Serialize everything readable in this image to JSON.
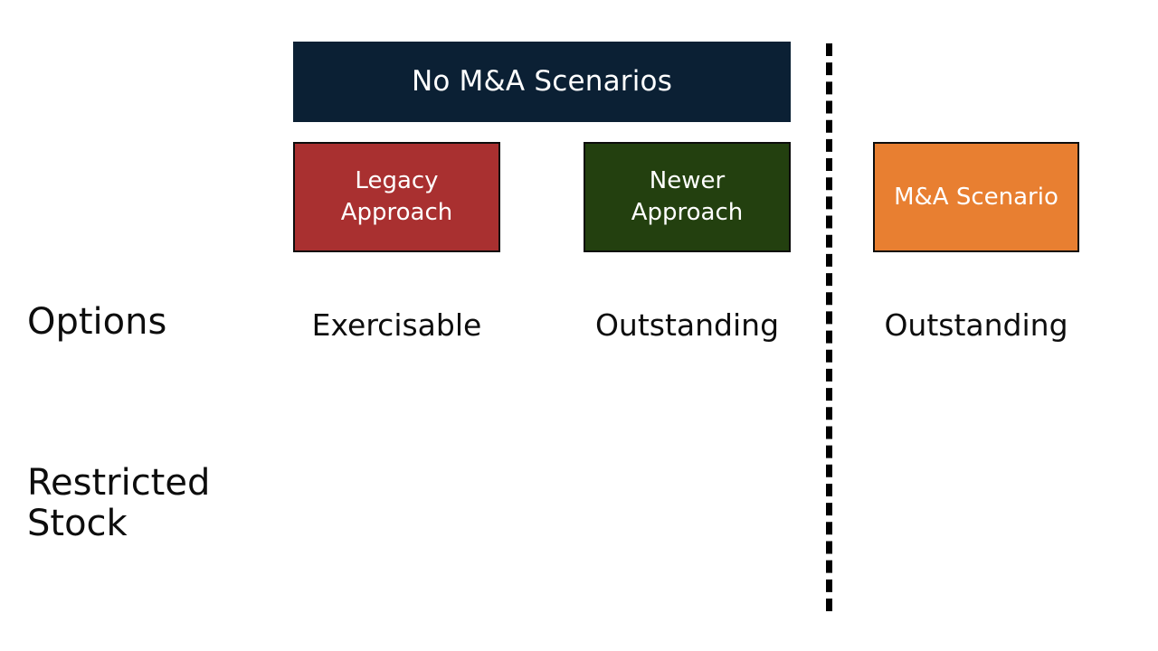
{
  "slide": {
    "background_color": "#ffffff",
    "header_band": {
      "label": "No M&A Scenarios",
      "fill_color": "#0b2034",
      "text_color": "#ffffff"
    },
    "divider": {
      "style": "dashed-vertical",
      "color": "#000000"
    },
    "columns": [
      {
        "key": "legacy",
        "label": "Legacy\nApproach",
        "fill_color": "#a93030",
        "border_color": "#0d0d0d",
        "text_color": "#ffffff"
      },
      {
        "key": "newer",
        "label": "Newer\nApproach",
        "fill_color": "#23400f",
        "border_color": "#0d0d0d",
        "text_color": "#ffffff"
      },
      {
        "key": "mna",
        "label": "M&A\nScenario",
        "fill_color": "#e87f31",
        "border_color": "#0d0d0d",
        "text_color": "#ffffff"
      }
    ],
    "rows": [
      {
        "key": "options",
        "label": "Options",
        "values": [
          "Exercisable",
          "Outstanding",
          "Outstanding"
        ]
      },
      {
        "key": "restricted-stock",
        "label": "Restricted\nStock",
        "values": [
          "",
          "",
          ""
        ]
      }
    ]
  }
}
